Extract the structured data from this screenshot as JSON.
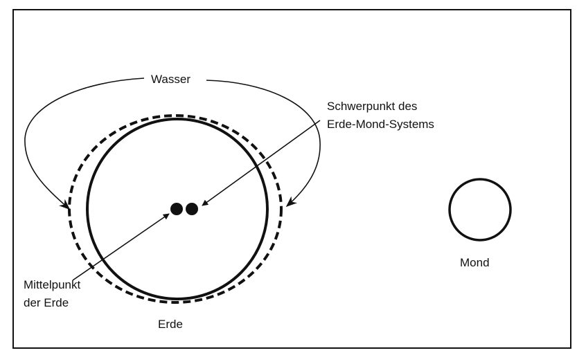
{
  "labels": {
    "water": "Wasser",
    "barycenter_line1": "Schwerpunkt des",
    "barycenter_line2": "Erde-Mond-Systems",
    "earth_center_line1": "Mittelpunkt",
    "earth_center_line2": "der Erde",
    "earth": "Erde",
    "moon": "Mond"
  },
  "colors": {
    "ink": "#111111",
    "background": "#ffffff"
  }
}
